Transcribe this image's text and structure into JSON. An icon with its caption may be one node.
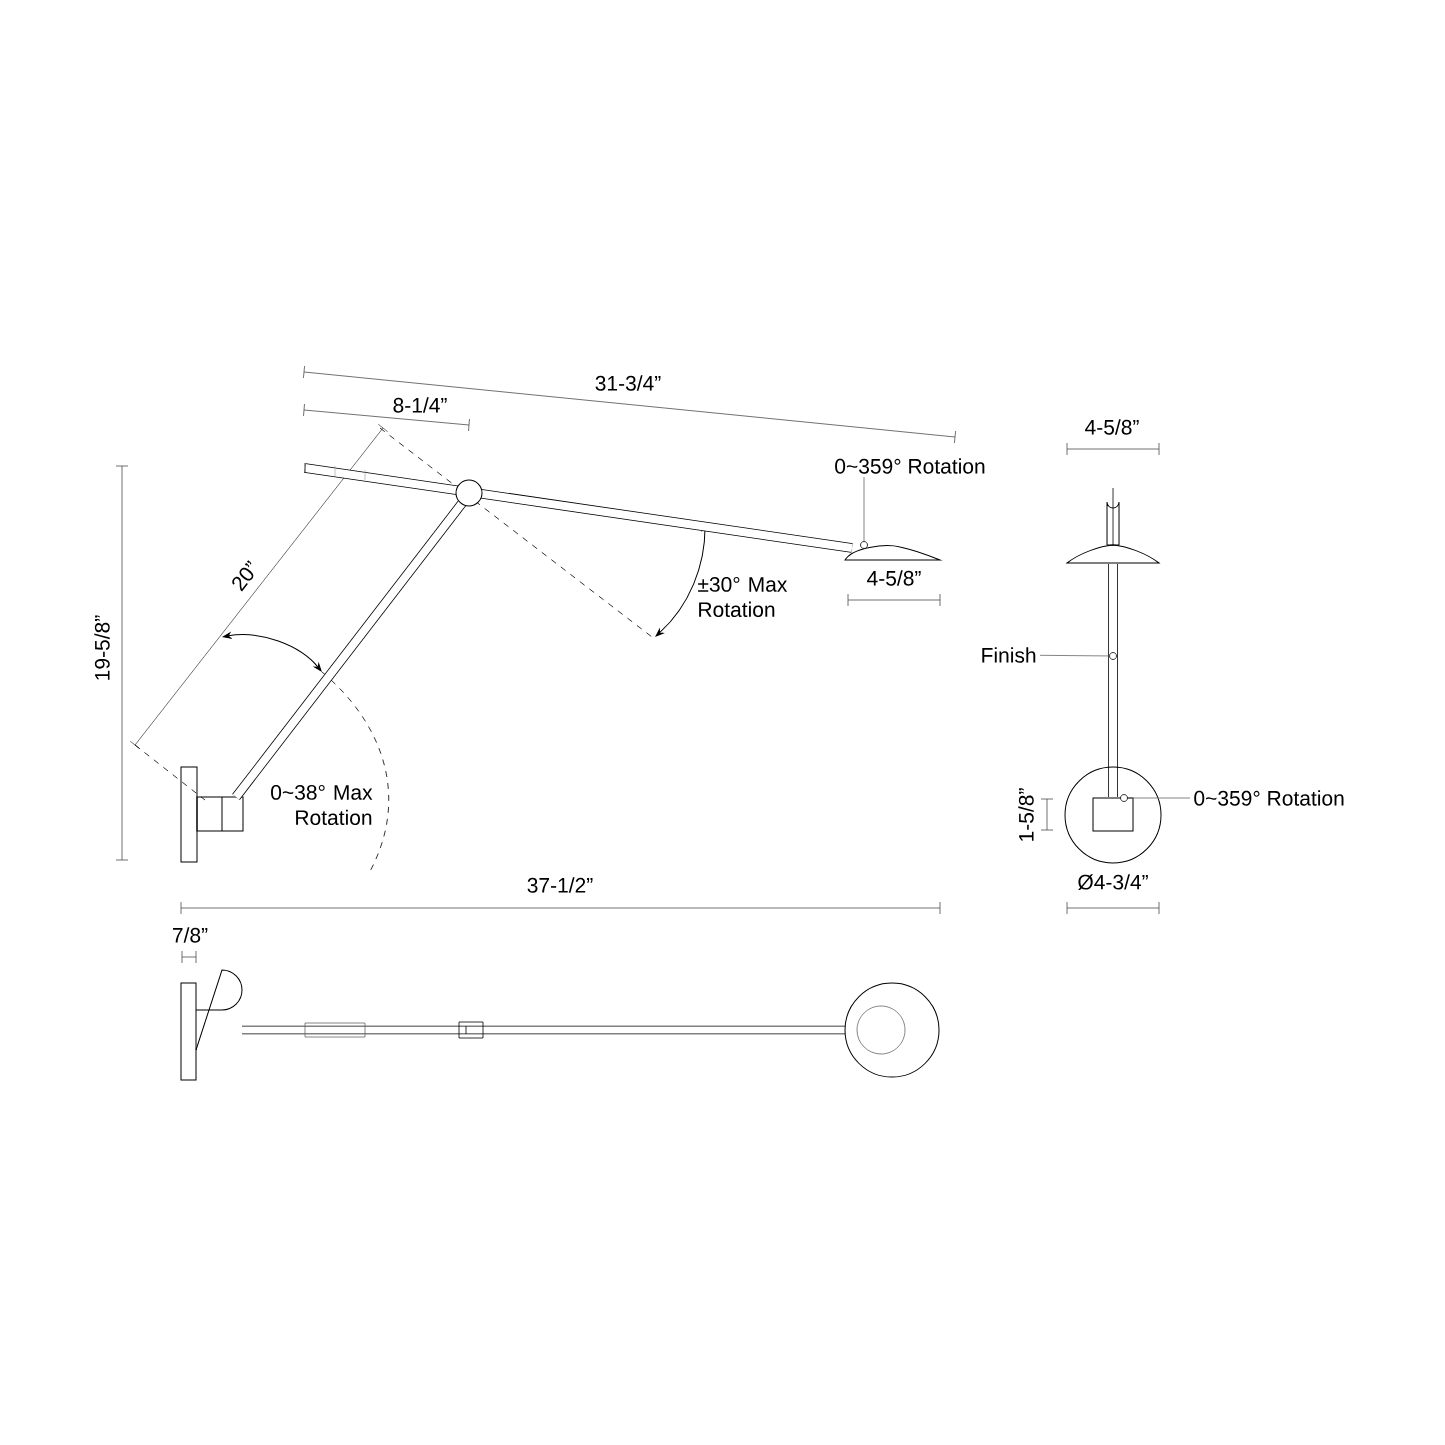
{
  "diagram": {
    "nodes": [
      {
        "text": [
          "0~359° Rotation"
        ]
      },
      {
        "text": [],
        "shape": "circle"
      },
      {
        "text": [
          "Finish"
        ]
      },
      {
        "text": [],
        "shape": "circle"
      },
      {
        "text": [
          "0~359° Rotation"
        ]
      },
      {
        "text": [],
        "shape": "circle"
      }
    ],
    "edges": [
      {
        "from": 0,
        "to": 1,
        "arrow": "none"
      },
      {
        "from": 2,
        "to": 3,
        "arrow": "none"
      },
      {
        "from": 4,
        "to": 5,
        "arrow": "none"
      }
    ],
    "labels": [
      "31-3/4”",
      "8-1/4”",
      "20”",
      "19-5/8”",
      "±30° Max Rotation",
      "4-5/8”",
      "0~38° Max Rotation",
      "37-1/2”",
      "7/8”",
      "4-5/8”",
      "1-5/8”",
      "Ø4-3/4”"
    ]
  }
}
